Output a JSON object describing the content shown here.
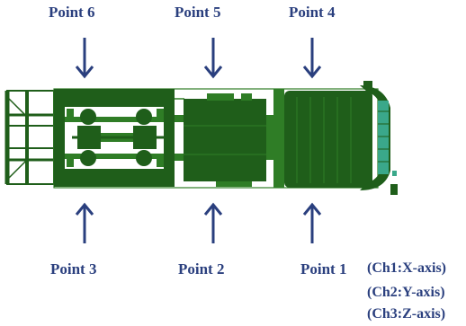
{
  "points": {
    "p6": "Point 6",
    "p5": "Point 5",
    "p4": "Point 4",
    "p3": "Point 3",
    "p2": "Point 2",
    "p1": "Point 1"
  },
  "axes": {
    "ch1": "(Ch1:X-axis)",
    "ch2": "(Ch2:Y-axis)",
    "ch3": "(Ch3:Z-axis)"
  },
  "colors": {
    "label": "#2a3f7e",
    "arrow": "#2a3f7e",
    "vehicle_dark": "#1f5e1a",
    "vehicle_mid": "#2f7d26",
    "cab_accent": "#3aa88a"
  },
  "icons": {
    "arrow_down": "arrow-down-icon",
    "arrow_up": "arrow-up-icon"
  }
}
